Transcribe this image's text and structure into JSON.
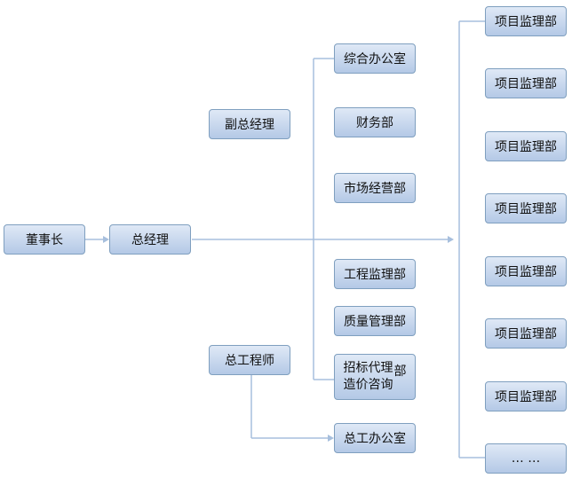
{
  "chairman": "董事长",
  "general_manager": "总经理",
  "deputy_gm": "副总经理",
  "chief_engineer": "总工程师",
  "departments": {
    "general_office": "综合办公室",
    "finance": "财务部",
    "marketing": "市场经营部",
    "engineering_supervision": "工程监理部",
    "quality_management": "质量管理部",
    "bidding_agency_line1": "招标代理",
    "bidding_agency_line2": "造价咨询",
    "bidding_agency_suffix": "部",
    "chief_engineer_office": "总工办公室"
  },
  "project_departments": [
    "项目监理部",
    "项目监理部",
    "项目监理部",
    "项目监理部",
    "项目监理部",
    "项目监理部",
    "项目监理部"
  ],
  "more": "… …",
  "colors": {
    "line": "#a7bfdd",
    "box_border": "#7f9fbf",
    "box_top": "#dfe9f6",
    "box_bottom": "#b4c9e6"
  }
}
